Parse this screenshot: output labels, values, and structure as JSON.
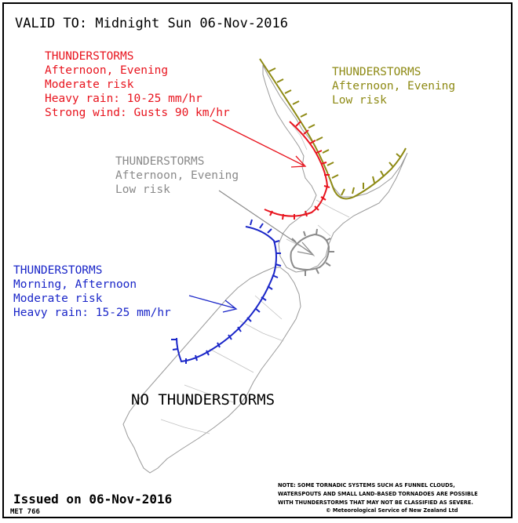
{
  "header": {
    "valid_to": "VALID TO: Midnight Sun 06-Nov-2016"
  },
  "areas": {
    "red": {
      "color": "#e8141e",
      "lines": [
        "THUNDERSTORMS",
        "Afternoon, Evening",
        "Moderate risk",
        "Heavy rain: 10-25 mm/hr",
        "Strong wind: Gusts 90 km/hr"
      ]
    },
    "olive": {
      "color": "#8e8a14",
      "lines": [
        "THUNDERSTORMS",
        "Afternoon, Evening",
        "Low risk"
      ]
    },
    "gray": {
      "color": "#8a8a8a",
      "lines": [
        "THUNDERSTORMS",
        "Afternoon, Evening",
        "Low risk"
      ]
    },
    "blue": {
      "color": "#1a26c8",
      "lines": [
        "THUNDERSTORMS",
        "Morning, Afternoon",
        "Moderate risk",
        "Heavy rain: 15-25 mm/hr"
      ]
    }
  },
  "no_thunder": "NO THUNDERSTORMS",
  "footer": {
    "issued": "Issued on 06-Nov-2016",
    "met_code": "MET 766",
    "note_lines": [
      "NOTE: SOME TORNADIC SYSTEMS SUCH AS FUNNEL CLOUDS,",
      "WATERSPOUTS AND SMALL LAND-BASED TORNADOES ARE POSSIBLE",
      "WITH THUNDERSTORMS THAT MAY NOT BE CLASSIFIED AS SEVERE."
    ],
    "credit": "© Meteorological Service of New Zealand Ltd"
  }
}
